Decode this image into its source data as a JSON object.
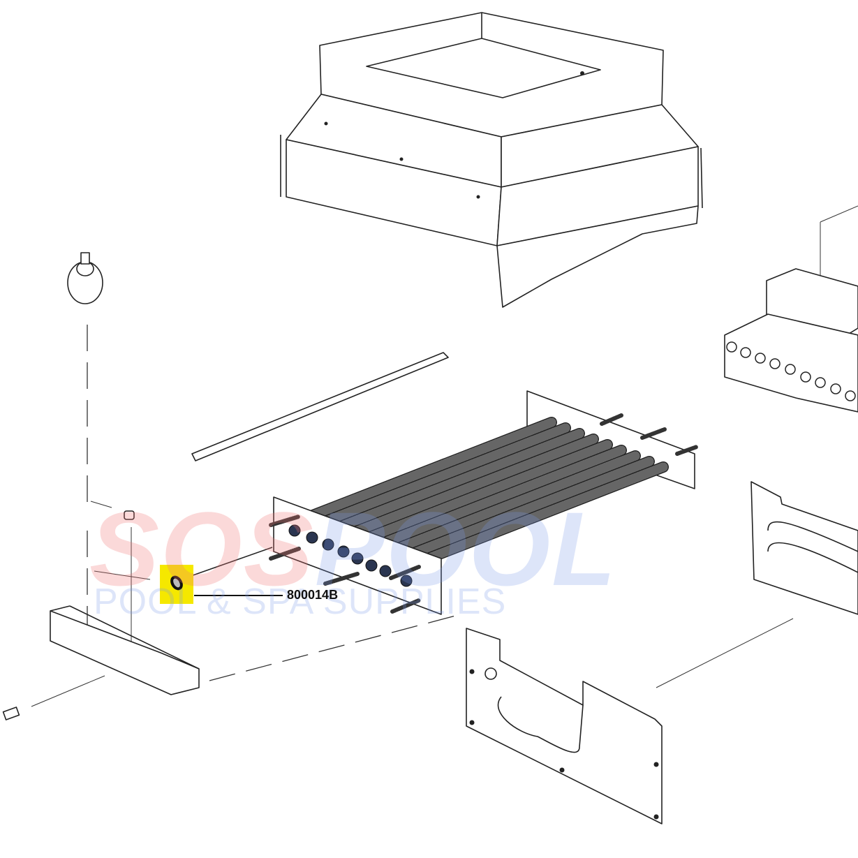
{
  "diagram": {
    "type": "exploded-parts-diagram",
    "callouts": [
      {
        "part_number": "800014B",
        "highlight_color": "#f5e800"
      }
    ]
  },
  "watermark": {
    "brand_part1": "SOS",
    "brand_part2": "POOL",
    "tagline": "POOL & SPA SUPPLIES"
  }
}
